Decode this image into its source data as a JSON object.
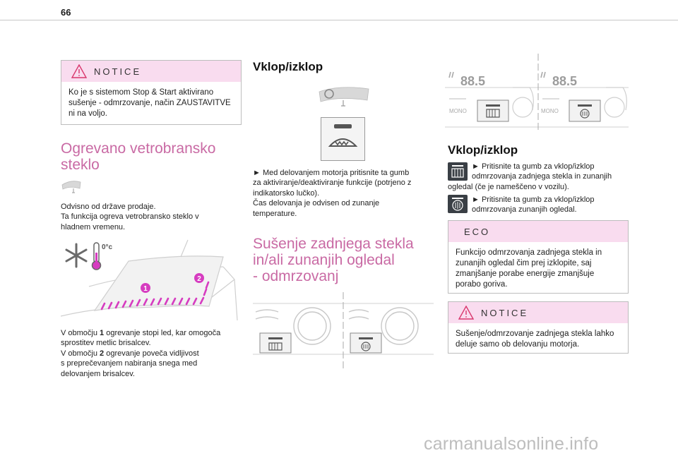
{
  "page_number": "66",
  "notice1": {
    "title": "NOTICE",
    "body": [
      "Ko je s sistemom Stop & Start aktivirano",
      "sušenje - odmrzovanje, način ZAUSTAVITVE",
      "ni na voljo."
    ]
  },
  "windscreen": {
    "heading": [
      "Ogrevano vetrobransko",
      "steklo"
    ],
    "intro": [
      "Odvisno od države prodaje.",
      "Ta funkcija ogreva vetrobransko steklo v",
      "hladnem vremenu."
    ],
    "temp_label": "0°c",
    "marker1": "1",
    "marker2": "2",
    "desc": [
      {
        "pre": "V območju ",
        "num": "1",
        "post": " ogrevanje stopi led, kar omogoča"
      },
      {
        "pre": "sprostitev metlic brisalcev.",
        "num": "",
        "post": ""
      },
      {
        "pre": "V območju ",
        "num": "2",
        "post": " ogrevanje poveča vidljivost"
      },
      {
        "pre": "s preprečevanjem nabiranja snega med",
        "num": "",
        "post": ""
      },
      {
        "pre": "delovanjem brisalcev.",
        "num": "",
        "post": ""
      }
    ]
  },
  "onoff1": {
    "heading": "Vklop/izklop",
    "text": [
      "► Med delovanjem motorja pritisnite ta gumb",
      "za aktiviranje/deaktiviranje funkcije (potrjeno z",
      "indikatorsko lučko).",
      "Čas delovanja je odvisen od zunanje",
      "temperature."
    ]
  },
  "rear": {
    "heading": [
      "Sušenje zadnjega stekla",
      "in/ali zunanjih ogledal",
      "- odmrzovanj"
    ]
  },
  "displays": {
    "digits": "88.5",
    "mono_label": "MONO"
  },
  "onoff2": {
    "heading": "Vklop/izklop",
    "item1": [
      "► Pritisnite ta gumb za vklop/izklop",
      "odmrzovanja zadnjega stekla in zunanjih",
      "ogledal (če je nameščeno v vozilu)."
    ],
    "item2": [
      "► Pritisnite ta gumb za vklop/izklop",
      "odmrzovanja zunanjih ogledal."
    ]
  },
  "eco": {
    "title": "ECO",
    "body": [
      "Funkcijo odmrzovanja zadnjega stekla in",
      "zunanjih ogledal čim prej izklopite, saj",
      "zmanjšanje porabe energije zmanjšuje",
      "porabo goriva."
    ]
  },
  "notice2": {
    "title": "NOTICE",
    "body": [
      "Sušenje/odmrzovanje zadnjega stekla lahko",
      "deluje samo ob delovanju motorja."
    ]
  },
  "watermark": "carmanualsonline.info",
  "colors": {
    "pink_heading": "#c96aa4",
    "box_header": "#f9dcef",
    "heat_pink": "#d63cc0",
    "warning": "#d9376d"
  }
}
